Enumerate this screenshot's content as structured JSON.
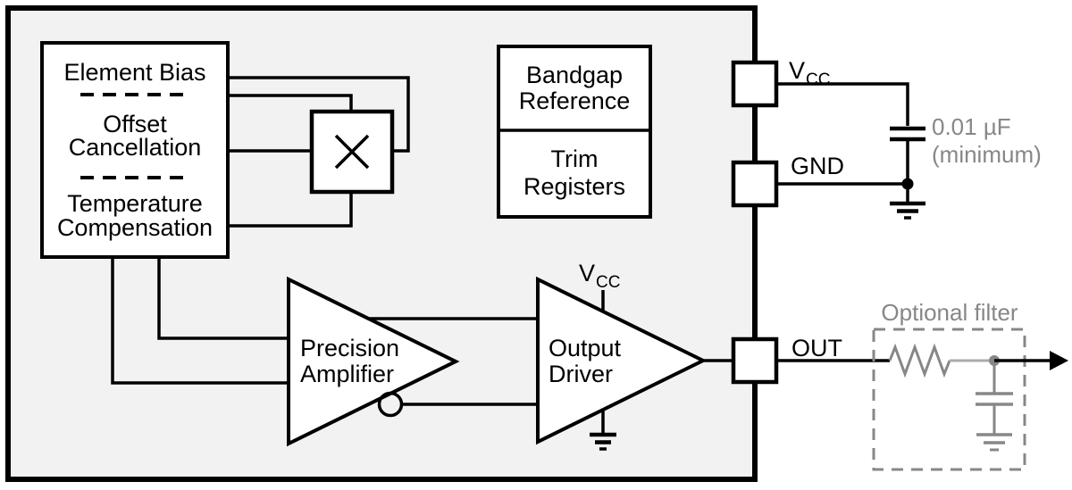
{
  "blocks": {
    "front_end": {
      "element_bias": "Element Bias",
      "offset_line1": "Offset",
      "offset_line2": "Cancellation",
      "temp_line1": "Temperature",
      "temp_line2": "Compensation"
    },
    "bandgap_reference": {
      "line1": "Bandgap",
      "line2": "Reference"
    },
    "trim_registers": {
      "line1": "Trim",
      "line2": "Registers"
    },
    "precision_amplifier": {
      "line1": "Precision",
      "line2": "Amplifier"
    },
    "output_driver": {
      "line1": "Output",
      "line2": "Driver"
    }
  },
  "pins": {
    "vcc": {
      "base": "V",
      "subscript": "CC"
    },
    "gnd": {
      "label": "GND"
    },
    "out": {
      "label": "OUT"
    }
  },
  "driver_supply": {
    "base": "V",
    "subscript": "CC"
  },
  "annotations": {
    "bypass_capacitor_value": "0.01 µF",
    "bypass_capacitor_qualifier": "(minimum)",
    "optional_filter_title": "Optional filter"
  },
  "colors": {
    "ic_fill": "#f2f2f2",
    "line_black": "#000000",
    "annotation_gray": "#878787",
    "filter_wire_gray": "#ababab"
  }
}
